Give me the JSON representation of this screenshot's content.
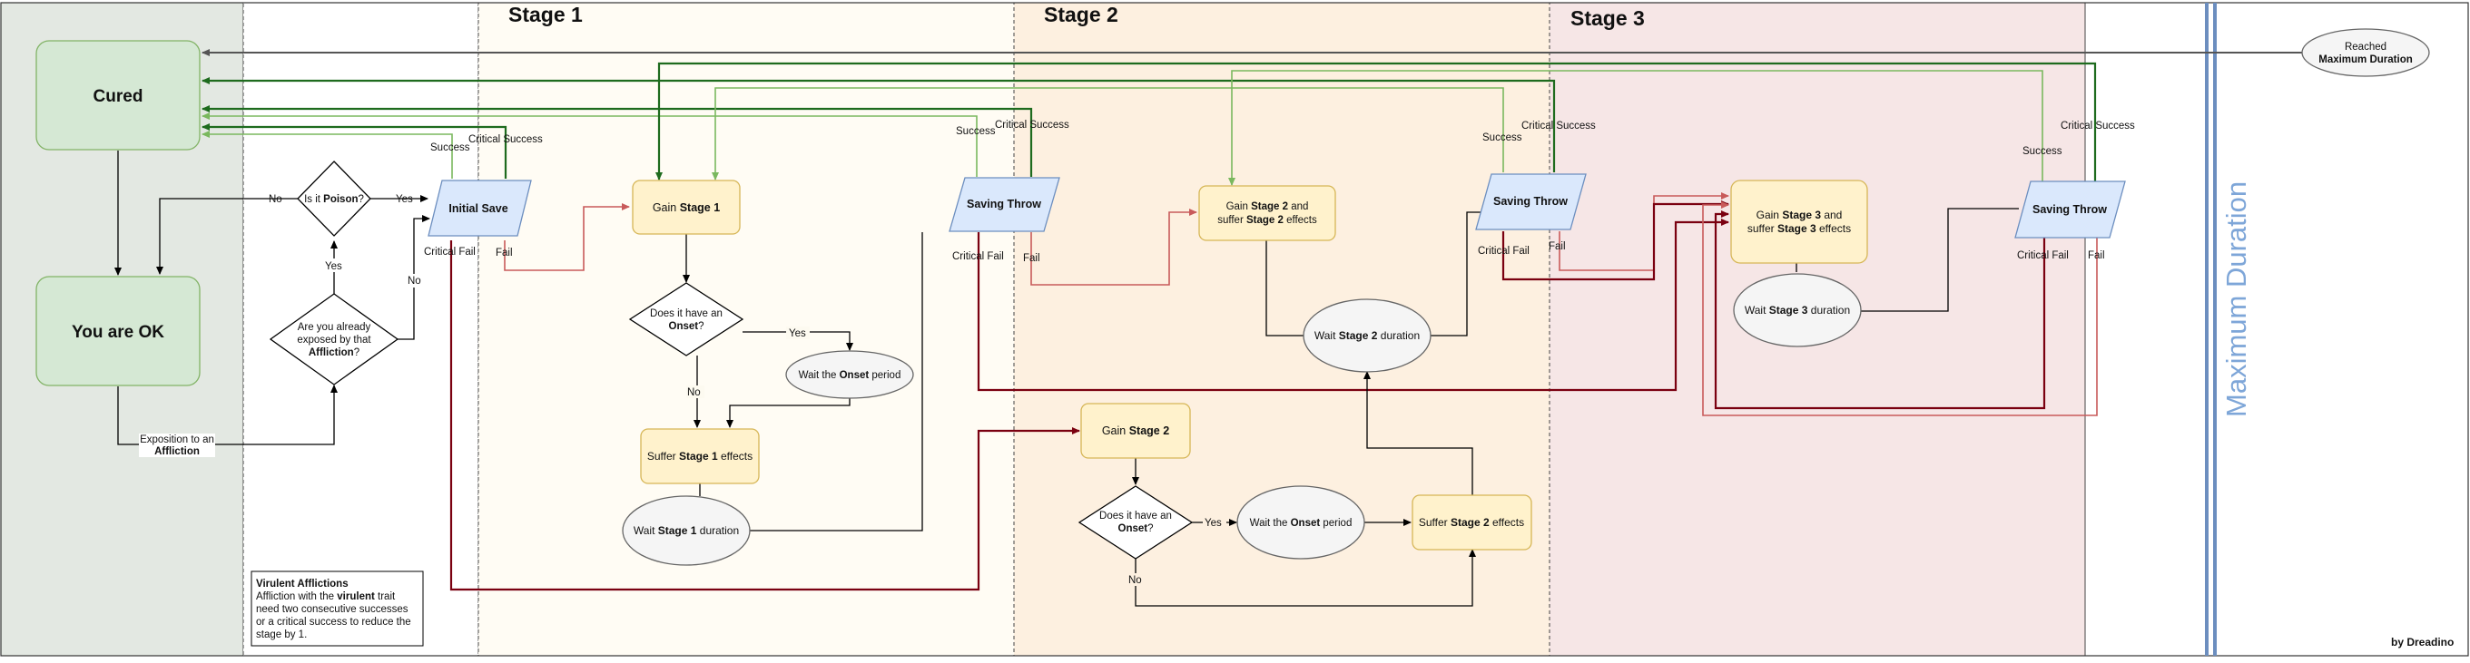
{
  "stages": {
    "stage1": "Stage 1",
    "stage2": "Stage 2",
    "stage3": "Stage 3"
  },
  "max_duration_title": "Maximum Duration",
  "credit": "by Dreadino",
  "nodes": {
    "cured": "Cured",
    "you_are_ok": "You are OK",
    "exposition": [
      "Exposition to an",
      "Affliction"
    ],
    "is_poison": [
      "Is it ",
      "Poison",
      "?"
    ],
    "already_exposed": [
      "Are you already",
      "exposed by that",
      "Affliction",
      "?"
    ],
    "initial_save": "Initial Save",
    "gain_stage1": [
      "Gain ",
      "Stage 1"
    ],
    "onset_q1": [
      "Does it have an",
      "Onset",
      "?"
    ],
    "wait_onset1": [
      "Wait the ",
      "Onset",
      " period"
    ],
    "suffer_stage1": [
      "Suffer ",
      "Stage 1",
      " effects"
    ],
    "wait_stage1": [
      "Wait ",
      "Stage 1",
      " duration"
    ],
    "saving_throw_1": "Saving Throw",
    "gain_stage2": [
      "Gain ",
      "Stage 2",
      " and",
      "suffer ",
      "Stage 2",
      " effects"
    ],
    "wait_stage2": [
      "Wait ",
      "Stage 2",
      " duration"
    ],
    "gain_stage2_b": [
      "Gain ",
      "Stage 2"
    ],
    "onset_q2": [
      "Does it have an",
      "Onset",
      "?"
    ],
    "wait_onset2": [
      "Wait the ",
      "Onset",
      " period"
    ],
    "suffer_stage2": [
      "Suffer ",
      "Stage 2",
      " effects"
    ],
    "saving_throw_2": "Saving Throw",
    "gain_stage3": [
      "Gain ",
      "Stage 3",
      " and",
      "suffer ",
      "Stage 3",
      " effects"
    ],
    "wait_stage3": [
      "Wait ",
      "Stage 3",
      " duration"
    ],
    "saving_throw_3": "Saving Throw",
    "reached_max": [
      "Reached",
      "Maximum Duration"
    ]
  },
  "edge_labels": {
    "no": "No",
    "yes": "Yes",
    "success": "Success",
    "critical_success": "Critical Success",
    "fail": "Fail",
    "critical_fail": "Critical Fail"
  },
  "virulent_note": {
    "title": "Virulent Afflictions",
    "line1": [
      "Affliction with the ",
      "virulent",
      " trait"
    ],
    "line2": "need two consecutive successes",
    "line3": "or a critical success to reduce the",
    "line4": "stage by 1."
  },
  "colors": {
    "dark_green": "#1e6b1e",
    "light_green": "#7ab85e",
    "dark_red": "#7a0010",
    "light_red": "#c85a5a",
    "gray": "#555555",
    "max_bar": "#6c8ebf"
  }
}
